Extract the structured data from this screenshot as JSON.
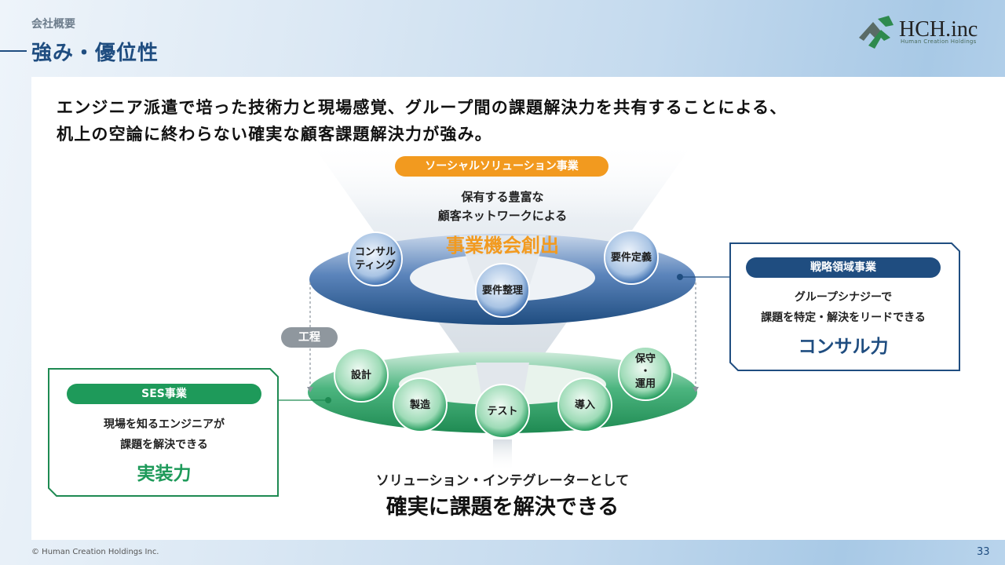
{
  "header": {
    "section": "会社概要",
    "title": "強み・優位性",
    "logo_text": "HCH.inc",
    "logo_sub": "Human Creation Holdings"
  },
  "headline": {
    "line1": "エンジニア派遣で培った技術力と現場感覚、グループ間の課題解決力を共有することによる、",
    "line2": "机上の空論に終わらない確実な顧客課題解決力が強み。"
  },
  "funnel": {
    "label": "ソーシャルソリューション事業",
    "text1": "保有する豊富な",
    "text2": "顧客ネットワークによる",
    "highlight": "事業機会創出",
    "process_label": "工程"
  },
  "upper_ring": {
    "items": [
      "コンサル\nティング",
      "要件整理",
      "要件定義"
    ]
  },
  "lower_ring": {
    "items": [
      "設計",
      "製造",
      "テスト",
      "導入",
      "保守\n・\n運用"
    ]
  },
  "strategy_box": {
    "label": "戦略領域事業",
    "text1": "グループシナジーで",
    "text2": "課題を特定・解決をリードできる",
    "highlight": "コンサル力"
  },
  "ses_box": {
    "label": "SES事業",
    "text1": "現場を知るエンジニアが",
    "text2": "課題を解決できる",
    "highlight": "実装力"
  },
  "bottom": {
    "text1": "ソリューション・インテグレーターとして",
    "text2": "確実に課題を解決できる"
  },
  "footer": {
    "copyright": "© Human Creation Holdings Inc.",
    "page": "33"
  },
  "colors": {
    "navy": "#1f4d80",
    "orange": "#f29a1f",
    "green": "#1e9a5a",
    "blue_ring": "#3e6aa8",
    "green_ring": "#2fa56a"
  }
}
